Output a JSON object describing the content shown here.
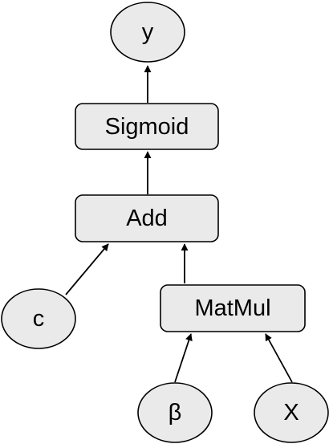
{
  "diagram": {
    "nodes": {
      "y": {
        "label": "y",
        "shape": "ellipse"
      },
      "sigmoid": {
        "label": "Sigmoid",
        "shape": "rounded-rect"
      },
      "add": {
        "label": "Add",
        "shape": "rounded-rect"
      },
      "c": {
        "label": "c",
        "shape": "ellipse"
      },
      "matmul": {
        "label": "MatMul",
        "shape": "rounded-rect"
      },
      "beta": {
        "label": "β",
        "shape": "ellipse"
      },
      "x": {
        "label": "X",
        "shape": "ellipse"
      }
    },
    "edges": [
      {
        "from": "sigmoid",
        "to": "y"
      },
      {
        "from": "add",
        "to": "sigmoid"
      },
      {
        "from": "c",
        "to": "add"
      },
      {
        "from": "matmul",
        "to": "add"
      },
      {
        "from": "beta",
        "to": "matmul"
      },
      {
        "from": "x",
        "to": "matmul"
      }
    ],
    "colors": {
      "node_fill": "#eaeaea",
      "stroke": "#000000"
    }
  }
}
